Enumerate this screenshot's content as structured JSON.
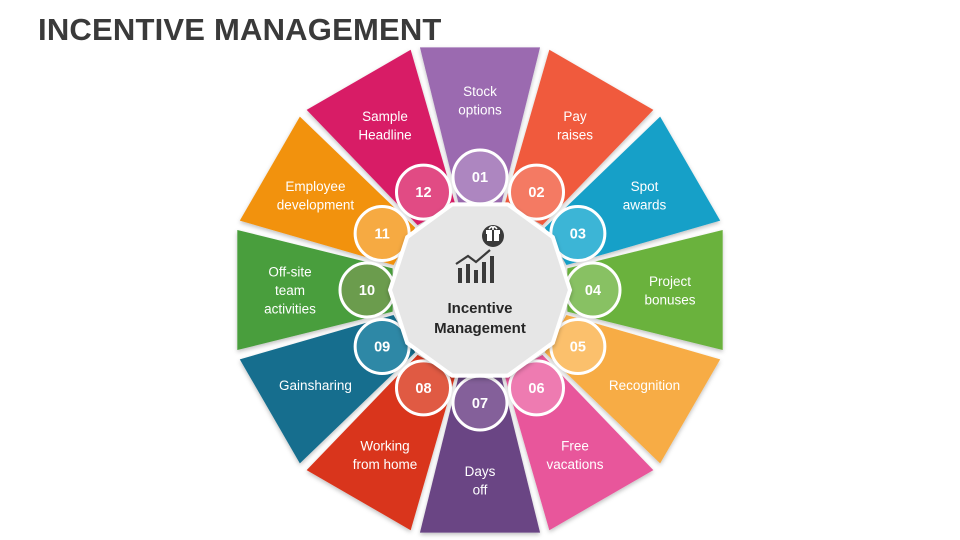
{
  "title": "INCENTIVE MANAGEMENT",
  "center": {
    "lines": [
      "Incentive",
      "Management"
    ],
    "icon": "growth-chart-gift-icon"
  },
  "segments": [
    {
      "number": "01",
      "lines": [
        "Stock",
        "options"
      ],
      "color": "#9b6bb0",
      "tab_color": "#ad86c0"
    },
    {
      "number": "02",
      "lines": [
        "Pay",
        "raises"
      ],
      "color": "#f05a3c",
      "tab_color": "#f47a63"
    },
    {
      "number": "03",
      "lines": [
        "Spot",
        "awards"
      ],
      "color": "#14a0c8",
      "tab_color": "#3cb5d6"
    },
    {
      "number": "04",
      "lines": [
        "Project",
        "bonuses"
      ],
      "color": "#6ab23e",
      "tab_color": "#88c163"
    },
    {
      "number": "05",
      "lines": [
        "Recognition"
      ],
      "color": "#f7ac45",
      "tab_color": "#fbc06c"
    },
    {
      "number": "06",
      "lines": [
        "Free",
        "vacations"
      ],
      "color": "#e8569b",
      "tab_color": "#ee7bb1"
    },
    {
      "number": "07",
      "lines": [
        "Days",
        "off"
      ],
      "color": "#6a4484",
      "tab_color": "#84609a"
    },
    {
      "number": "08",
      "lines": [
        "Working",
        "from home"
      ],
      "color": "#d9341a",
      "tab_color": "#e05a43"
    },
    {
      "number": "09",
      "lines": [
        "Gainsharing"
      ],
      "color": "#136e8e",
      "tab_color": "#2e88a6"
    },
    {
      "number": "10",
      "lines": [
        "Off-site",
        "team",
        "activities"
      ],
      "color": "#4a9e3c",
      "tab_color": "#6b9c4d"
    },
    {
      "number": "11",
      "lines": [
        "Employee",
        "development"
      ],
      "color": "#f2920f",
      "tab_color": "#f6aa42"
    },
    {
      "number": "12",
      "lines": [
        "Sample",
        "Headline"
      ],
      "color": "#d81e66",
      "tab_color": "#e14b84"
    }
  ]
}
